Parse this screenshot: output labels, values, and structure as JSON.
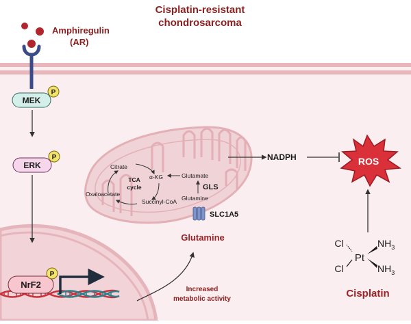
{
  "title": {
    "line1": "Cisplatin-resistant",
    "line2": "chondrosarcoma"
  },
  "ligand": {
    "name_line1": "Amphiregulin",
    "name_line2": "(AR)"
  },
  "pathway": {
    "mek": "MEK",
    "erk": "ERK",
    "nrf2": "NrF2",
    "phospho_mark": "P"
  },
  "metabolism": {
    "cycle_line1": "TCA",
    "cycle_line2": "cycle",
    "citrate": "Citrate",
    "akg": "α-KG",
    "succinyl_coa": "Succinyl-CoA",
    "oxaloacetate": "Oxaloacetate",
    "glutamate": "Glutamate",
    "glutamine_inner": "Glutamine",
    "gls": "GLS",
    "transporter": "SLC1A5",
    "glutamine": "Glutamine",
    "nadph": "NADPH",
    "ros": "ROS"
  },
  "annotation": {
    "line1": "Increased",
    "line2": "metabolic activity"
  },
  "drug": {
    "name": "Cisplatin",
    "pt": "Pt",
    "cl": "Cl",
    "nh3": "NH"
  },
  "colors": {
    "title": "#8b1e1e",
    "dark_red": "#9b2226",
    "ros_fill": "#d9303a",
    "mito_fill": "#f0d3d6",
    "cytoplasm": "#fbeef0",
    "membrane": "#e8b6bb",
    "phospho": "#f3e36a",
    "mek": "#d4efe9",
    "erk": "#f6d6ea",
    "nrf2": "#f7c6cf",
    "dna_red": "#c8323b",
    "dna_teal": "#2e7f8a",
    "ar_ball": "#b0262e",
    "receptor": "#3b4b8a",
    "transporter": "#7f95c9"
  },
  "icons": [
    "amphiregulin-ligand-icon",
    "receptor-icon",
    "dna-helix-icon",
    "transcription-arrow-icon",
    "transporter-icon",
    "ros-burst-icon"
  ]
}
